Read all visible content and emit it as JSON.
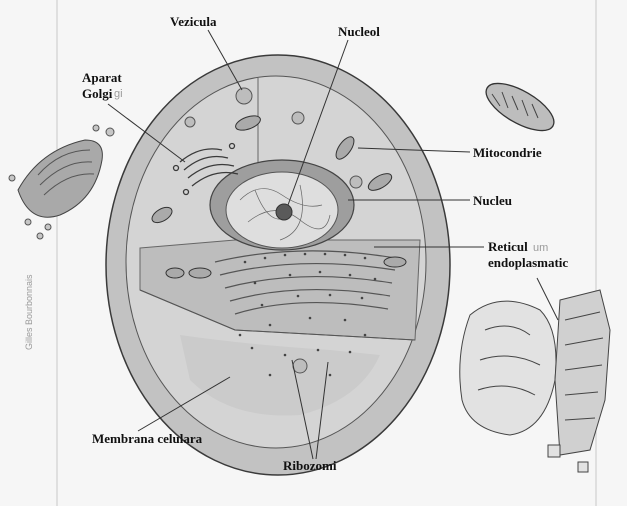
{
  "labels": {
    "vezicula": "Vezicula",
    "nucleol": "Nucleol",
    "aparat_golgi_line1": "Aparat",
    "aparat_golgi_line2": "Golgi",
    "mitocondrie": "Mitocondrie",
    "nucleu": "Nucleu",
    "reticul_line1": "Reticul",
    "reticul_line2": "endoplasmatic",
    "membrana": "Membrana celulara",
    "ribozomi": "Ribozomi"
  },
  "ghost_text": {
    "golgi_fragment": "gi",
    "reticul_fragment": "um"
  },
  "credit": "Gilles Bourbonnais"
}
